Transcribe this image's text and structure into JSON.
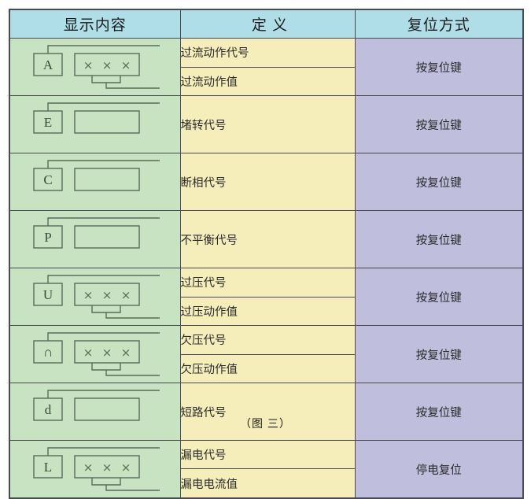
{
  "figure": {
    "caption": "（图 三）",
    "colors": {
      "header_bg": "#afdde8",
      "display_bg": "#c7e3c2",
      "definition_bg": "#f6eeba",
      "reset_bg": "#c0bedd",
      "border": "#4a4a52",
      "diagram_stroke": "#5a6a5a"
    }
  },
  "table": {
    "headers": {
      "display": "显示内容",
      "definition": "定 义",
      "reset": "复位方式"
    },
    "rows": [
      {
        "code": "A",
        "value_box": "digits",
        "value_text": "×××",
        "definitions": [
          "过流动作代号",
          "过流动作值"
        ],
        "reset": "按复位键"
      },
      {
        "code": "E",
        "value_box": "empty",
        "value_text": "",
        "definitions": [
          "堵转代号"
        ],
        "reset": "按复位键"
      },
      {
        "code": "C",
        "value_box": "empty",
        "value_text": "",
        "definitions": [
          "断相代号"
        ],
        "reset": "按复位键"
      },
      {
        "code": "P",
        "value_box": "empty",
        "value_text": "",
        "definitions": [
          "不平衡代号"
        ],
        "reset": "按复位键"
      },
      {
        "code": "U",
        "value_box": "digits",
        "value_text": "×××",
        "definitions": [
          "过压代号",
          "过压动作值"
        ],
        "reset": "按复位键"
      },
      {
        "code": "∩",
        "value_box": "digits",
        "value_text": "×××",
        "definitions": [
          "欠压代号",
          "欠压动作值"
        ],
        "reset": "按复位键"
      },
      {
        "code": "d",
        "value_box": "empty",
        "value_text": "",
        "definitions": [
          "短路代号"
        ],
        "reset": "按复位键"
      },
      {
        "code": "L",
        "value_box": "digits",
        "value_text": "×××",
        "definitions": [
          "漏电代号",
          "漏电电流值"
        ],
        "reset": "停电复位"
      }
    ]
  }
}
